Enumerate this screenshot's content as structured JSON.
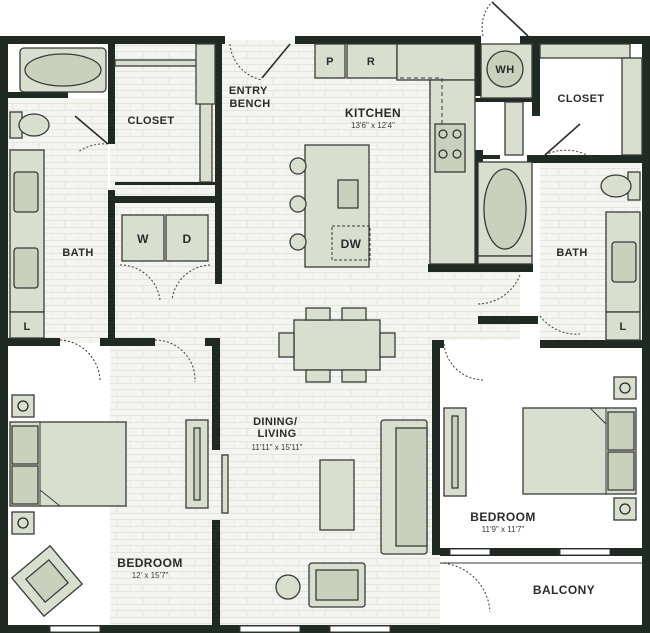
{
  "rooms": {
    "entry": "ENTRY\nBENCH",
    "kitchen": "KITCHEN",
    "kitchen_dim": "13'6\" x 12'4\"",
    "closet_left": "CLOSET",
    "closet_right": "CLOSET",
    "bath_left": "BATH",
    "bath_right": "BATH",
    "dining": "DINING/\nLIVING",
    "dining_dim": "11'11\" x 15'11\"",
    "bedroom_left": "BEDROOM",
    "bedroom_left_dim": "12' x 15'7\"",
    "bedroom_right": "BEDROOM",
    "bedroom_right_dim": "11'9\" x 11'7\"",
    "balcony": "BALCONY"
  },
  "fixtures": {
    "pantry": "P",
    "refrigerator": "R",
    "water_heater": "WH",
    "washer": "W",
    "dryer": "D",
    "dishwasher": "DW",
    "linen_left": "L",
    "linen_right": "L"
  },
  "colors": {
    "wall": "#1f2b22",
    "floor_tile": "#e9ece4",
    "fixture_fill": "#d9dfcf"
  }
}
